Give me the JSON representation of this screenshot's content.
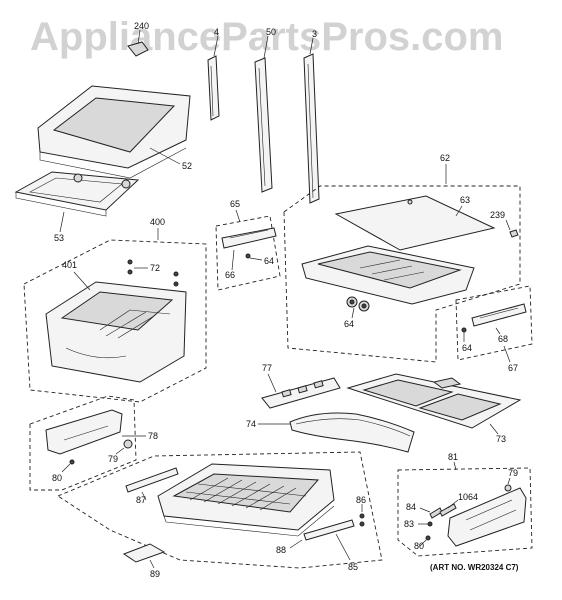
{
  "watermark": "AppliancePartsPros.com",
  "art_number": "(ART NO. WR20324 C7)",
  "part_labels": {
    "p240": "240",
    "p4": "4",
    "p50": "50",
    "p3": "3",
    "p52": "52",
    "p53": "53",
    "p400": "400",
    "p401": "401",
    "p72": "72",
    "p65": "65",
    "p66": "66",
    "p64a": "64",
    "p62": "62",
    "p63": "63",
    "p239": "239",
    "p64b": "64",
    "p68": "68",
    "p64c": "64",
    "p67": "67",
    "p77": "77",
    "p74": "74",
    "p73": "73",
    "p78": "78",
    "p79a": "79",
    "p80a": "80",
    "p87": "87",
    "p81": "81",
    "p79b": "79",
    "p84": "84",
    "p1064": "1064",
    "p83": "83",
    "p80b": "80",
    "p86": "86",
    "p88": "88",
    "p85": "85",
    "p89": "89"
  }
}
